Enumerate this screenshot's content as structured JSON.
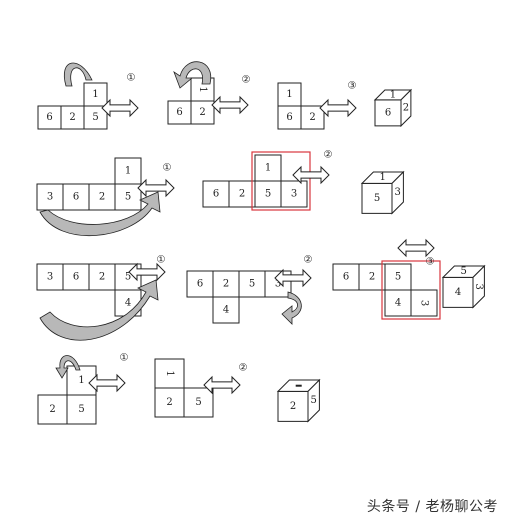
{
  "colors": {
    "line": "#222222",
    "highlight": "#d9363e",
    "arrow_fill": "#b8b8b8"
  },
  "step_labels": [
    "①",
    "②",
    "③"
  ],
  "rows": [
    {
      "id": "row1",
      "stages": [
        {
          "cells": [
            [
              "",
              "",
              "1"
            ],
            [
              "6",
              "2",
              "5"
            ]
          ]
        },
        {
          "cells": [
            [
              "",
              "1"
            ],
            [
              "6",
              "2"
            ]
          ],
          "rotated": [
            "1"
          ]
        },
        {
          "cells": [
            [
              "1",
              ""
            ],
            [
              "6",
              "2"
            ]
          ]
        },
        {
          "cube": {
            "front": "6",
            "top": "1",
            "side": "2"
          }
        }
      ]
    },
    {
      "id": "row2",
      "stages": [
        {
          "cells": [
            [
              "",
              "",
              "",
              "1"
            ],
            [
              "3",
              "6",
              "2",
              "5"
            ]
          ]
        },
        {
          "cells": [
            [
              "",
              "",
              "1",
              ""
            ],
            [
              "6",
              "2",
              "5",
              "3"
            ]
          ],
          "highlight": true
        },
        {
          "cube": {
            "front": "5",
            "top": "1",
            "side": "3"
          }
        }
      ]
    },
    {
      "id": "row3",
      "stages": [
        {
          "cells": [
            [
              "3",
              "6",
              "2",
              "5"
            ],
            [
              "",
              "",
              "",
              "4"
            ]
          ]
        },
        {
          "cells": [
            [
              "6",
              "2",
              "5",
              "3"
            ],
            [
              "",
              "4",
              "",
              ""
            ]
          ]
        },
        {
          "cells": [
            [
              "6",
              "2",
              "5",
              ""
            ],
            [
              "",
              "",
              "4",
              "3"
            ]
          ],
          "highlight": true,
          "rotated": [
            "3"
          ]
        },
        {
          "cube": {
            "front": "4",
            "top": "5",
            "side": "3"
          },
          "rotated": [
            "3"
          ]
        }
      ]
    },
    {
      "id": "row4",
      "stages": [
        {
          "cells": [
            [
              "",
              "1"
            ],
            [
              "2",
              "5"
            ]
          ]
        },
        {
          "cells": [
            [
              "1",
              ""
            ],
            [
              "2",
              "5"
            ]
          ],
          "rotated": [
            "1"
          ]
        },
        {
          "cube": {
            "front": "2",
            "top": "",
            "side": "5"
          }
        }
      ]
    }
  ],
  "watermark": "头条号 / 老杨聊公考"
}
